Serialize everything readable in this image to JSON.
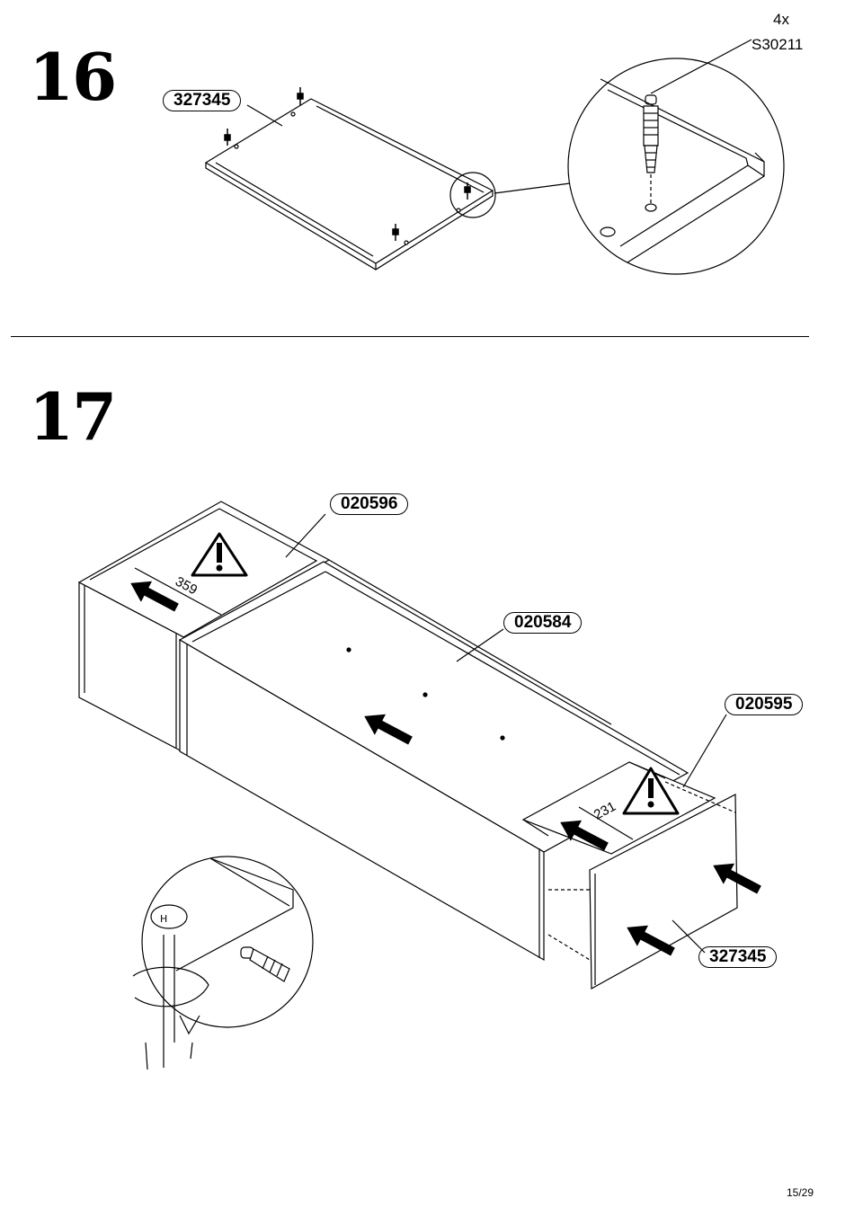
{
  "steps": {
    "step16": {
      "number": "16",
      "part_label": "327345",
      "hardware_qty": "4x",
      "hardware_code": "S30211"
    },
    "step17": {
      "number": "17",
      "part_labels": {
        "top": "020596",
        "middle": "020584",
        "right": "020595",
        "front": "327345"
      },
      "dimensions": {
        "left_gap": "359",
        "right_gap": "231"
      }
    }
  },
  "footer": {
    "page": "15/29"
  }
}
